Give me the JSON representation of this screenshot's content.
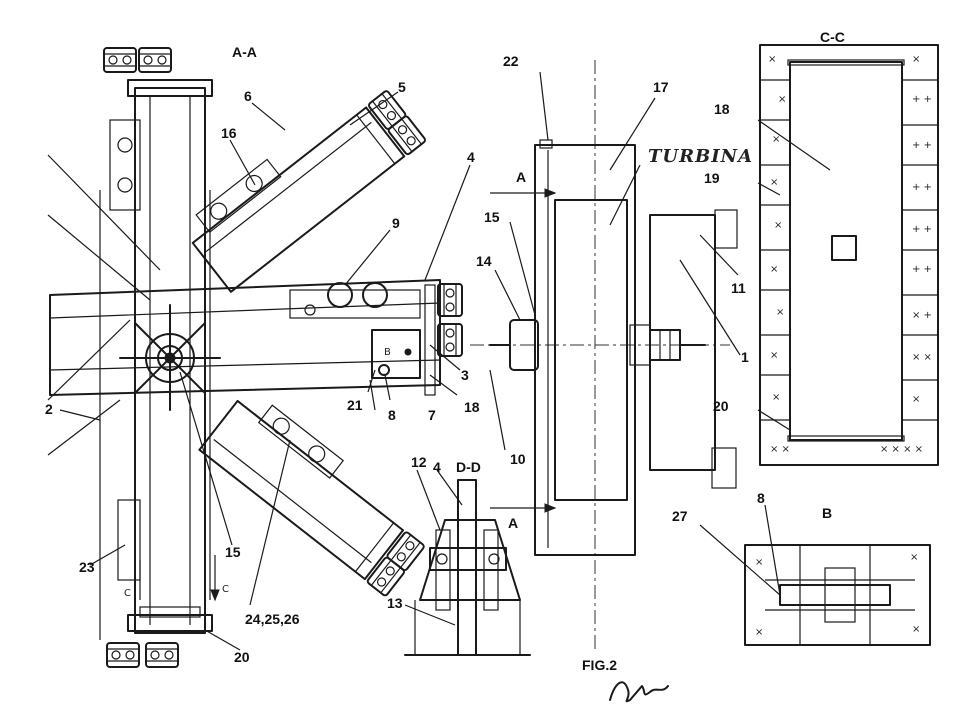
{
  "views": {
    "aa": "A-A",
    "cc": "C-C",
    "dd": "D-D",
    "b": "B",
    "fig": "FIG.2"
  },
  "turbine_text": "TURBINA",
  "section_marks": {
    "a_top": "A",
    "a_bottom": "A",
    "c_left": "C",
    "c_right": "C"
  },
  "labels": [
    {
      "id": "l1",
      "text": "1"
    },
    {
      "id": "l2",
      "text": "2"
    },
    {
      "id": "l3",
      "text": "3"
    },
    {
      "id": "l4a",
      "text": "4"
    },
    {
      "id": "l4b",
      "text": "4"
    },
    {
      "id": "l5",
      "text": "5"
    },
    {
      "id": "l6",
      "text": "6"
    },
    {
      "id": "l7",
      "text": "7"
    },
    {
      "id": "l8a",
      "text": "8"
    },
    {
      "id": "l8b",
      "text": "8"
    },
    {
      "id": "l9",
      "text": "9"
    },
    {
      "id": "l10",
      "text": "10"
    },
    {
      "id": "l11",
      "text": "11"
    },
    {
      "id": "l12",
      "text": "12"
    },
    {
      "id": "l13",
      "text": "13"
    },
    {
      "id": "l14",
      "text": "14"
    },
    {
      "id": "l15a",
      "text": "15"
    },
    {
      "id": "l15b",
      "text": "15"
    },
    {
      "id": "l16",
      "text": "16"
    },
    {
      "id": "l17",
      "text": "17"
    },
    {
      "id": "l18a",
      "text": "18"
    },
    {
      "id": "l18b",
      "text": "18"
    },
    {
      "id": "l19",
      "text": "19"
    },
    {
      "id": "l20a",
      "text": "20"
    },
    {
      "id": "l20b",
      "text": "20"
    },
    {
      "id": "l21",
      "text": "21"
    },
    {
      "id": "l22",
      "text": "22"
    },
    {
      "id": "l23",
      "text": "23"
    },
    {
      "id": "l24",
      "text": "24,25,26"
    },
    {
      "id": "l27",
      "text": "27"
    }
  ]
}
